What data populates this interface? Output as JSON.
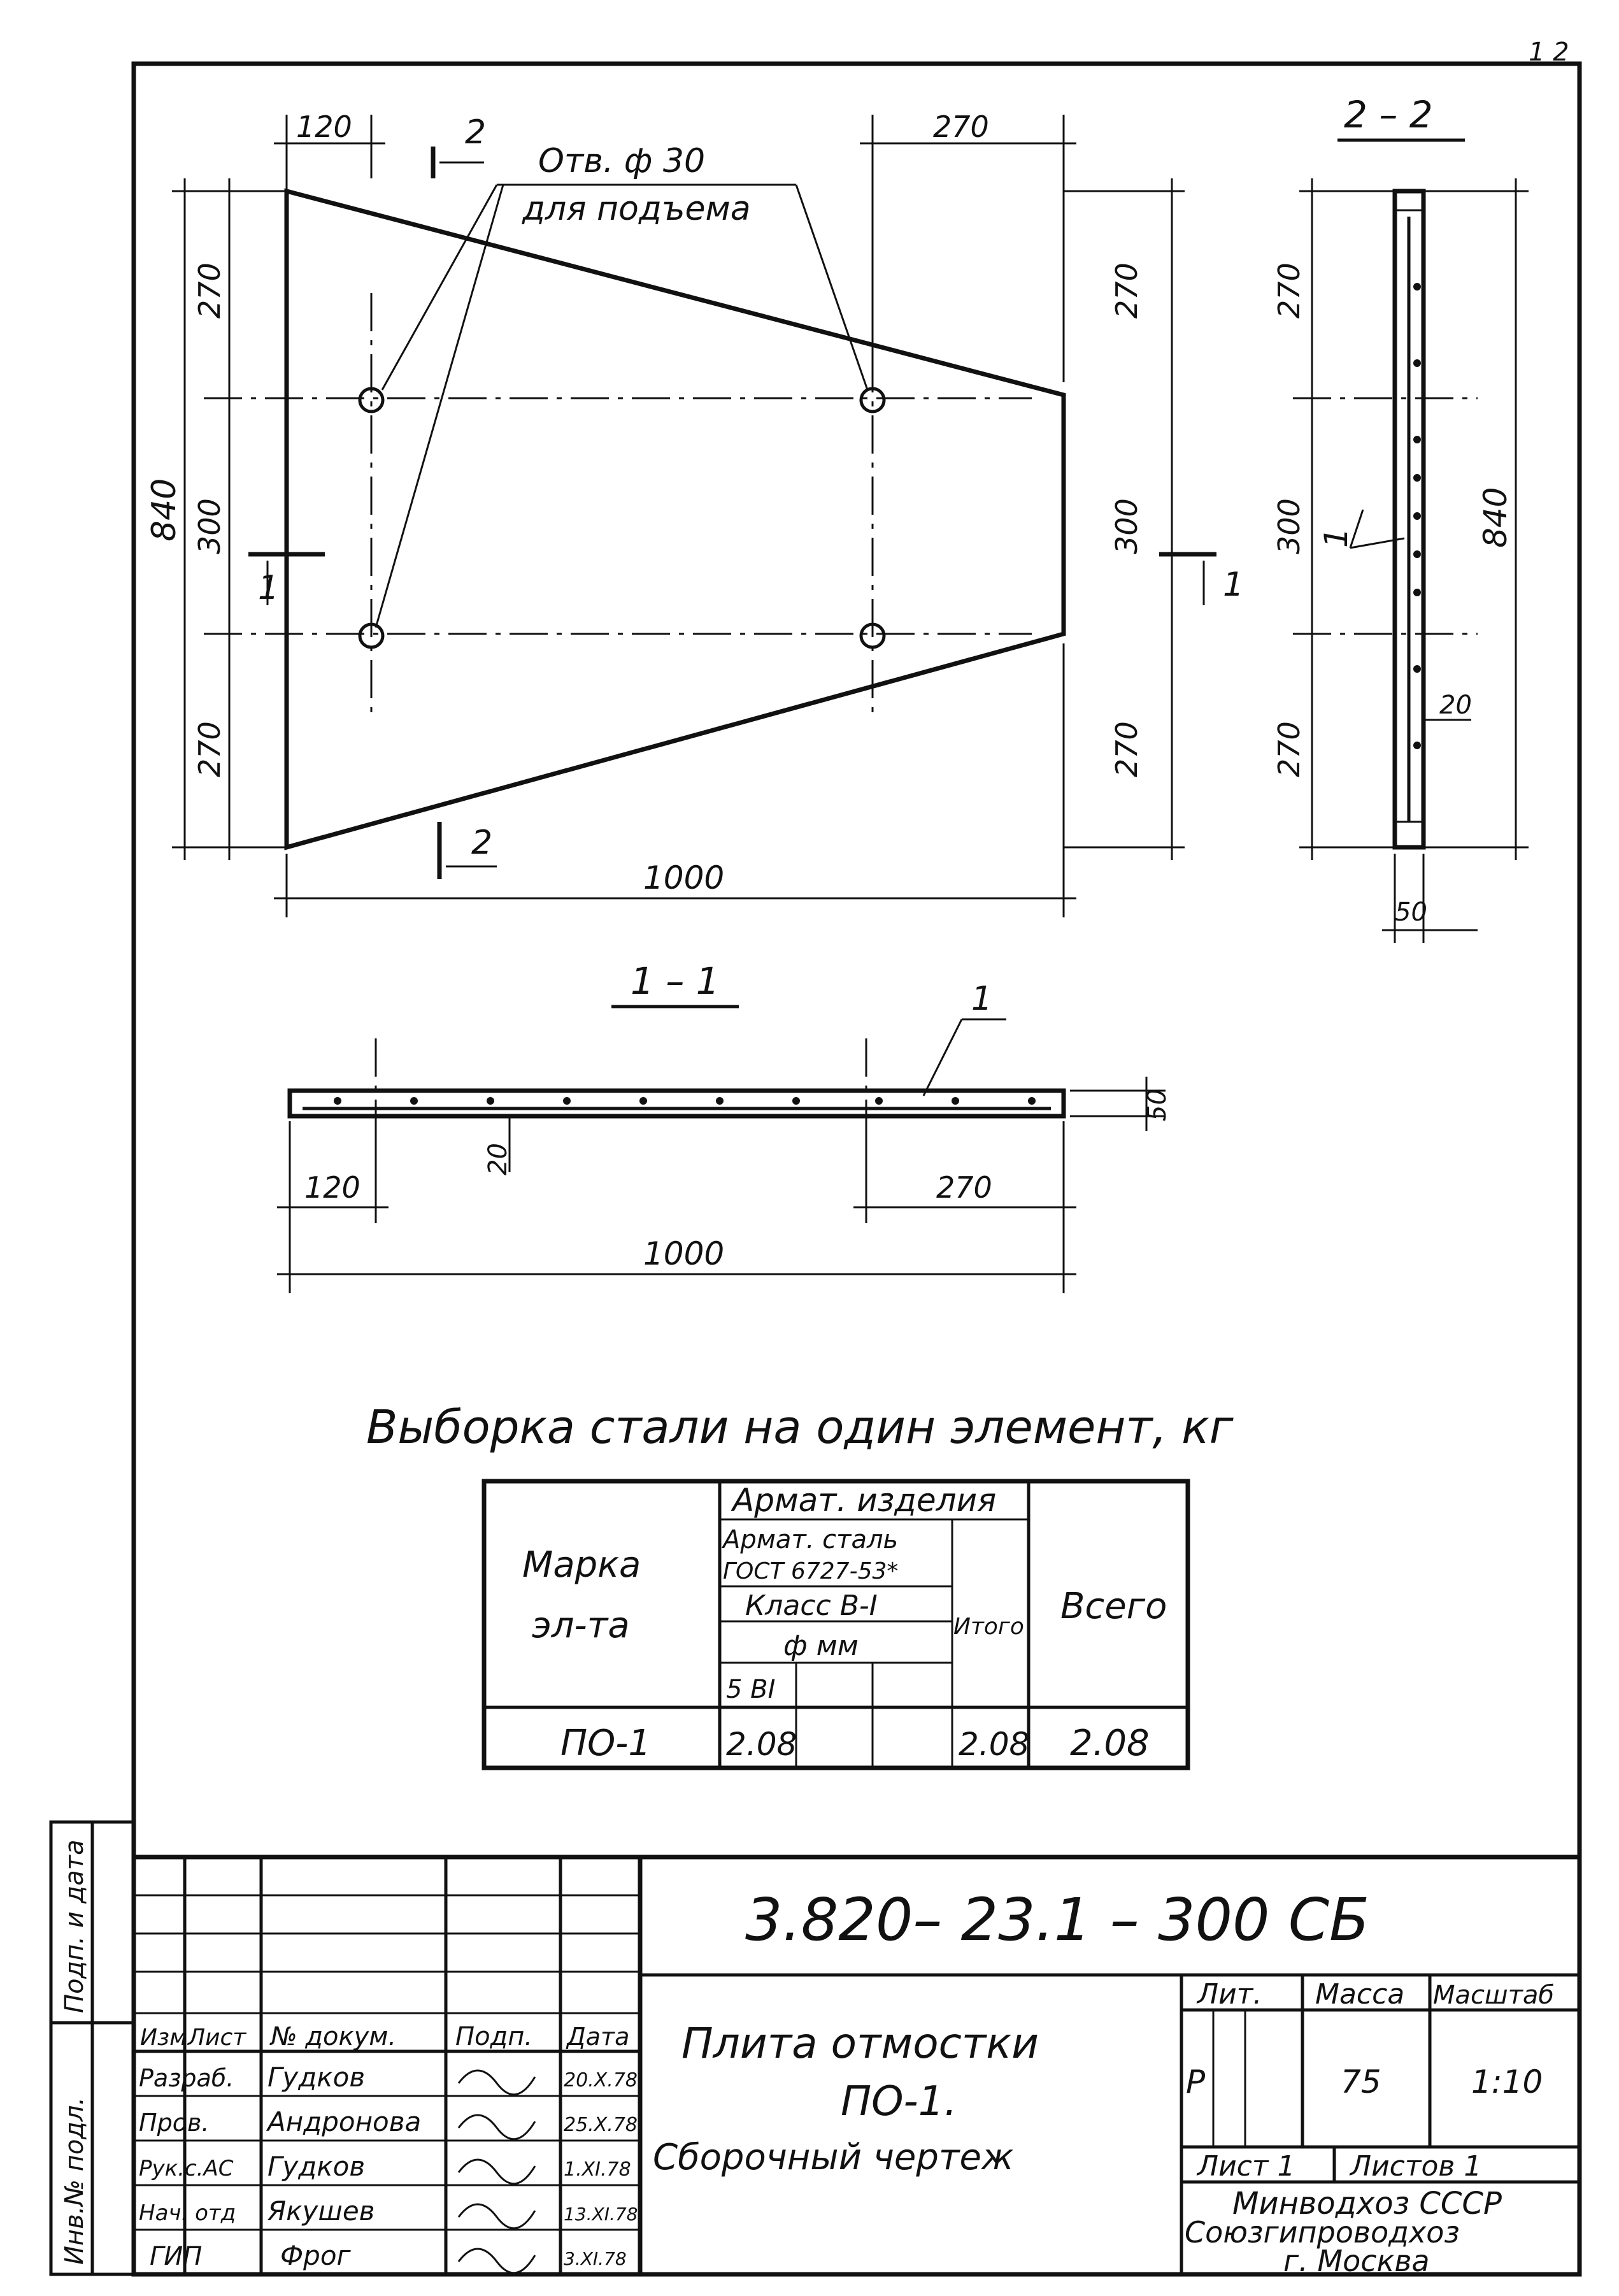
{
  "sheet_mark": "1 2",
  "plan": {
    "dims": {
      "left_edge_top": "120",
      "right_edge_top": "270",
      "height_top": "270",
      "height_mid": "300",
      "height_bot": "270",
      "height_total": "840",
      "width_total": "1000"
    },
    "section_marker": "2",
    "section_marker_1": "1",
    "holes_note_1": "Отв. ф 30",
    "holes_note_2": "для подъема"
  },
  "section_22": {
    "title": "2 – 2",
    "dims": {
      "a": "270",
      "b": "300",
      "c": "270",
      "total": "840",
      "cover": "20",
      "thick": "50"
    },
    "pos": "1"
  },
  "section_11": {
    "title": "1 – 1",
    "pos": "1",
    "dims": {
      "left": "120",
      "right": "270",
      "total": "1000",
      "cover": "20",
      "thick": "50"
    }
  },
  "steel_table": {
    "title": "Выборка стали на один элемент, кг",
    "headers": {
      "mark_1": "Марка",
      "mark_2": "эл-та",
      "group": "Армат. изделия",
      "steel_1": "Армат. сталь",
      "steel_2": "ГОСТ 6727-53*",
      "klass": "Класс В-I",
      "diam": "ф мм",
      "d5": "5 ВI",
      "itogo": "Итого",
      "vsego": "Всего"
    },
    "rows": [
      {
        "mark": "ПО-1",
        "d5": "2.08",
        "c2": "",
        "c3": "",
        "itogo": "2.08",
        "vsego": "2.08"
      }
    ]
  },
  "stamp": {
    "code": "3.820– 23.1 – 300 СБ",
    "title_1": "Плита отмостки",
    "title_2": "ПО-1.",
    "title_3": "Сборочный чертеж",
    "lit_h": "Лит.",
    "massa_h": "Масса",
    "masht_h": "Масштаб",
    "lit": "Р",
    "massa": "75",
    "masht": "1:10",
    "list": "Лист 1",
    "listov": "Листов 1",
    "org_1": "Минводхоз СССР",
    "org_2": "Союзгипроводхоз",
    "org_3": "г. Москва",
    "col_h": [
      "Изм",
      "Лист",
      "№ докум.",
      "Подп.",
      "Дата"
    ],
    "people": [
      {
        "role": "Разраб.",
        "name": "Гудков",
        "date": "20.X.78"
      },
      {
        "role": "Пров.",
        "name": "Андронова",
        "date": "25.X.78"
      },
      {
        "role": "Рук.с.АС",
        "name": "Гудков",
        "date": "1.XI.78"
      },
      {
        "role": "Нач. отд",
        "name": "Якушев",
        "date": "13.XI.78"
      },
      {
        "role": "ГИП",
        "name": "Фрог",
        "date": "3.XI.78"
      }
    ],
    "side_1": "Подп. и дата",
    "side_2": "Инв.№ подл."
  }
}
